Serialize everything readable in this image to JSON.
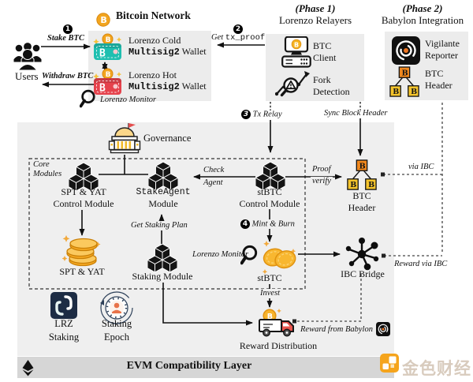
{
  "top": {
    "bitcoin_network": {
      "title": "Bitcoin Network"
    },
    "users": {
      "label": "Users"
    },
    "wallets": {
      "cold": {
        "name": "Lorenzo Cold",
        "type_mono": "Multisig2",
        "type_suffix": " Wallet"
      },
      "hot": {
        "name": "Lorenzo Hot",
        "type_mono": "Multisig2",
        "type_suffix": " Wallet"
      },
      "monitor_label": "Lorenzo Monitor"
    },
    "relayers": {
      "phase": "(Phase 1)",
      "title": "Lorenzo Relayers",
      "btc_client": {
        "line1": "BTC",
        "line2": "Client"
      },
      "fork_detection": {
        "line1": "Fork",
        "line2": "Detection"
      }
    },
    "babylon": {
      "phase": "(Phase 2)",
      "title": "Babylon Integration",
      "vigilante": {
        "line1": "Vigilante",
        "line2": "Reporter"
      },
      "btc_header": {
        "line1": "BTC",
        "line2": "Header"
      }
    }
  },
  "flows": {
    "stake": {
      "num": "1",
      "label": "Stake BTC"
    },
    "withdraw": {
      "label": "Withdraw BTC"
    },
    "get_proof": {
      "num": "2",
      "prefix": "Get ",
      "code": "tx_proof"
    },
    "tx_relay": {
      "num": "3",
      "label": "Tx Relay"
    },
    "sync_header": {
      "label": "Sync Block Header"
    },
    "mint_burn": {
      "num": "4",
      "label": "Mint & Burn"
    },
    "check_agent": {
      "line1": "Check",
      "line2": "Agent"
    },
    "proof_verify": {
      "line1": "Proof",
      "line2": "verify"
    },
    "get_staking_plan": {
      "label": "Get Staking Plan"
    },
    "invest": {
      "label": "Invest"
    },
    "via_ibc": {
      "label": "via IBC"
    },
    "reward_via_ibc": {
      "label": "Reward via IBC"
    },
    "reward_from_babylon": {
      "label": "Reward from Babylon"
    },
    "monitor_mid": {
      "label": "Lorenzo Monitor"
    }
  },
  "core": {
    "frame_label": "Core Modules",
    "governance": {
      "label": "Governance"
    },
    "spt_ctrl": {
      "line1": "SPT & YAT",
      "line2": "Control Module"
    },
    "stake_agent": {
      "line1": "StakeAgent",
      "line2": "Module"
    },
    "stbtc_ctrl": {
      "line1": "stBTC",
      "line2": "Control Module"
    },
    "spt_yat": {
      "label": "SPT & YAT"
    },
    "staking_module": {
      "label": "Staking Module"
    },
    "stbtc": {
      "label": "stBTC"
    },
    "btc_header": {
      "line1": "BTC",
      "line2": "Header"
    },
    "ibc_bridge": {
      "label": "IBC Bridge"
    },
    "lrz": {
      "line1": "LRZ",
      "line2": "Staking"
    },
    "epoch": {
      "line1": "Staking",
      "line2": "Epoch"
    },
    "reward_dist": {
      "label": "Reward Distribution"
    }
  },
  "evm": {
    "label": "EVM Compatibility Layer"
  },
  "watermark": {
    "text": "金色财经"
  },
  "icons": {
    "letter": "B"
  },
  "colors": {
    "cold_wallet": "#1fbfb0",
    "hot_wallet": "#e5424c",
    "coin_gold": "#f2a51f",
    "box_gray": "#ececec",
    "evm_gray": "#d6d6d6",
    "navy": "#1d2c44",
    "orange_accent": "#ee7623",
    "watermark_orange": "#f5a41c"
  }
}
